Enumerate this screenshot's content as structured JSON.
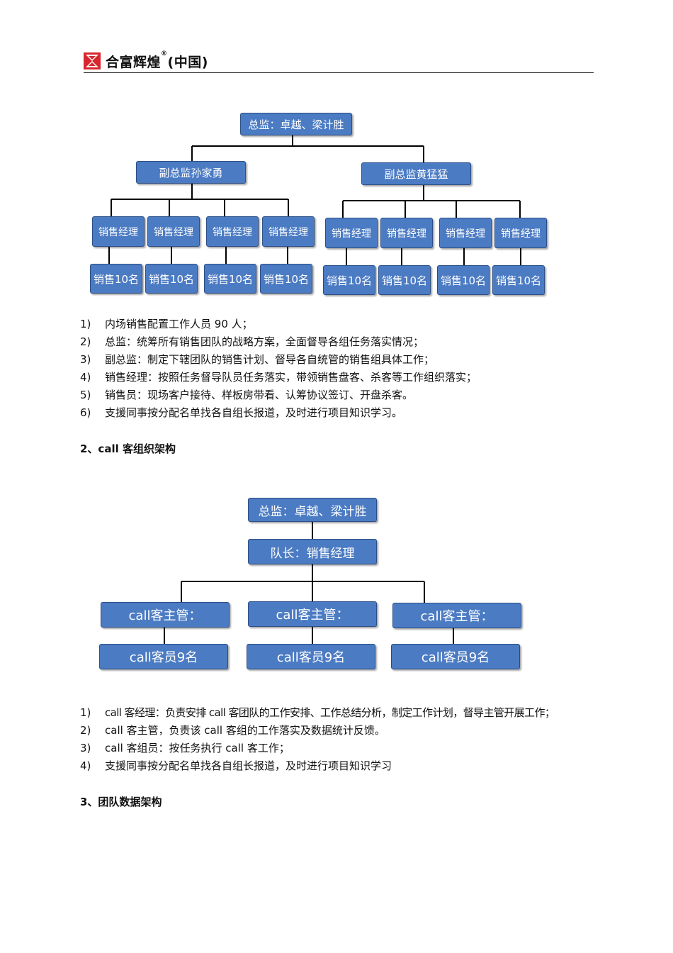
{
  "header": {
    "brand": "合富辉煌",
    "reg": "®",
    "region": "(中国)"
  },
  "chart1": {
    "top": "总监：卓越、梁计胜",
    "deputies": [
      "副总监孙家勇",
      "副总监黄猛猛"
    ],
    "manager_label": "销售经理",
    "sales_label": "销售10名"
  },
  "list1": [
    {
      "num": "1)",
      "text": "内场销售配置工作人员 90 人；"
    },
    {
      "num": "2)",
      "text": "总监：统筹所有销售团队的战略方案，全面督导各组任务落实情况；"
    },
    {
      "num": "3)",
      "text": "副总监：制定下辖团队的销售计划、督导各自统管的销售组具体工作；"
    },
    {
      "num": "4)",
      "text": "销售经理：按照任务督导队员任务落实，带领销售盘客、杀客等工作组织落实；"
    },
    {
      "num": "5)",
      "text": "销售员：现场客户接待、样板房带看、认筹协议签订、开盘杀客。"
    },
    {
      "num": "6)",
      "text": "支援同事按分配名单找各自组长报道，及时进行项目知识学习。"
    }
  ],
  "heading2": "2、call 客组织架构",
  "chart2": {
    "top": "总监：卓越、梁计胜",
    "leader": "队长：销售经理",
    "supervisor_label": "call客主管：",
    "staff_label": "call客员9名"
  },
  "list2": [
    {
      "num": "1)",
      "text": "call 客经理：负责安排 call 客团队的工作安排、工作总结分析，制定工作计划，督导主管开展工作；"
    },
    {
      "num": "2)",
      "text": "call 客主管，负责该 call 客组的工作落实及数据统计反馈。"
    },
    {
      "num": "3)",
      "text": "call 客组员：按任务执行 call 客工作；"
    },
    {
      "num": "4)",
      "text": "支援同事按分配名单找各自组长报道，及时进行项目知识学习"
    }
  ],
  "heading3": "3、团队数据架构",
  "colors": {
    "box_fill": "#4b7bc3",
    "box_border": "#2c4f86",
    "logo_red": "#d7262e"
  }
}
